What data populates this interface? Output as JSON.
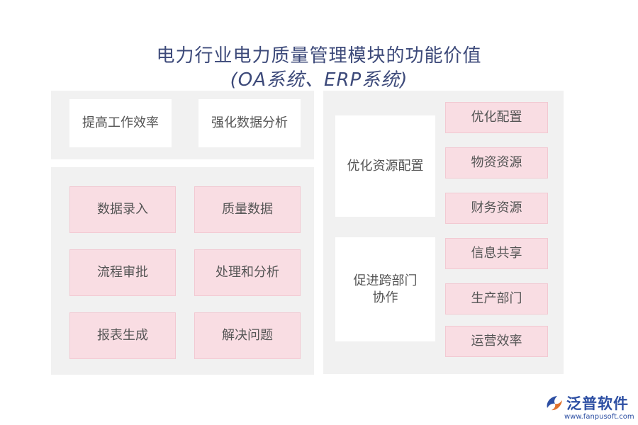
{
  "title": {
    "line1": "电力行业电力质量管理模块的功能价值",
    "line2": "(OA系统、ERP系统)"
  },
  "top_left": [
    "提高工作效率",
    "强化数据分析"
  ],
  "bottom_left": [
    "数据录入",
    "质量数据",
    "流程审批",
    "处理和分析",
    "报表生成",
    "解决问题"
  ],
  "right": {
    "group1": {
      "label": "优化资源配置",
      "items": [
        "优化配置",
        "物资资源",
        "财务资源"
      ]
    },
    "group2": {
      "label": "促进跨部门\n协作",
      "items": [
        "信息共享",
        "生产部门",
        "运营效率"
      ]
    }
  },
  "logo": {
    "name": "泛普软件",
    "url": "www.fanpusoft.com",
    "icon": "fanpu-logo-icon"
  },
  "colors": {
    "title": "#3d4a7a",
    "panel": "#f1f1f1",
    "pink": "#f9dde3",
    "text": "#555555",
    "logo": "#2d4fa3"
  }
}
